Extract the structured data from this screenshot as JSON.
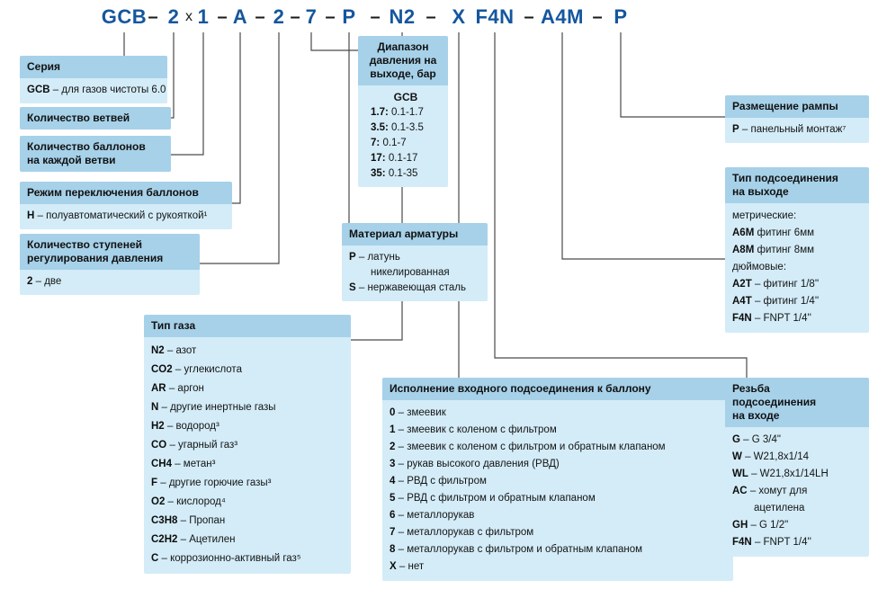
{
  "code": {
    "segments": [
      {
        "text": "GCB",
        "type": "value"
      },
      {
        "text": "–",
        "type": "dash"
      },
      {
        "text": "2",
        "type": "value"
      },
      {
        "text": "x",
        "type": "mult"
      },
      {
        "text": "1",
        "type": "value"
      },
      {
        "text": "–",
        "type": "dash"
      },
      {
        "text": "A",
        "type": "value"
      },
      {
        "text": "–",
        "type": "dash"
      },
      {
        "text": "2",
        "type": "value"
      },
      {
        "text": "–",
        "type": "dash"
      },
      {
        "text": "7",
        "type": "value"
      },
      {
        "text": "–",
        "type": "dash"
      },
      {
        "text": "P",
        "type": "value"
      },
      {
        "text": "–",
        "type": "dash"
      },
      {
        "text": "N2",
        "type": "value"
      },
      {
        "text": "–",
        "type": "dash"
      },
      {
        "text": "X",
        "type": "value"
      },
      {
        "text": "F4N",
        "type": "value"
      },
      {
        "text": "–",
        "type": "dash"
      },
      {
        "text": "A4M",
        "type": "value"
      },
      {
        "text": "–",
        "type": "dash"
      },
      {
        "text": "P",
        "type": "value"
      }
    ]
  },
  "boxes": {
    "seriya": {
      "title": "Серия",
      "items": [
        {
          "code": "GCB",
          "text": "– для газов чистоты 6.0"
        }
      ]
    },
    "vetvi": {
      "title": "Количество ветвей"
    },
    "ballony": {
      "title": "Количество баллонов\nна каждой ветви"
    },
    "rezhim": {
      "title": "Режим переключения баллонов",
      "items": [
        {
          "code": "H",
          "text": "– полуавтоматический с рукояткой¹"
        }
      ]
    },
    "stupeni": {
      "title": "Количество ступеней\nрегулирования давления",
      "items": [
        {
          "code": "2",
          "text": "– две"
        }
      ]
    },
    "gaz": {
      "title": "Тип газа",
      "items": [
        {
          "code": "N2",
          "text": "– азот"
        },
        {
          "code": "CO2",
          "text": "– углекислота"
        },
        {
          "code": "AR",
          "text": "– аргон"
        },
        {
          "code": "N",
          "text": "– другие инертные газы"
        },
        {
          "code": "H2",
          "text": "– водород³"
        },
        {
          "code": "CO",
          "text": "– угарный газ³"
        },
        {
          "code": "CH4",
          "text": "– метан³"
        },
        {
          "code": "F",
          "text": "– другие горючие газы³"
        },
        {
          "code": "O2",
          "text": "– кислород⁴"
        },
        {
          "code": "C3H8",
          "text": "– Пропан"
        },
        {
          "code": "C2H2",
          "text": "– Ацетилен"
        },
        {
          "code": "C",
          "text": "– коррозионно-активный газ⁵"
        }
      ]
    },
    "diapazon": {
      "title": "Диапазон\nдавления на\nвыходе, бар",
      "subtitle": "GCB",
      "rows": [
        {
          "code": "1.7:",
          "text": "0.1-1.7"
        },
        {
          "code": "3.5:",
          "text": "0.1-3.5"
        },
        {
          "code": "7:",
          "text": "0.1-7"
        },
        {
          "code": "17:",
          "text": "0.1-17"
        },
        {
          "code": "35:",
          "text": "0.1-35"
        }
      ]
    },
    "material": {
      "title": "Материал арматуры",
      "items": [
        {
          "code": "P",
          "text": "– латунь"
        },
        {
          "code": "",
          "text": "никелированная",
          "indent": true
        },
        {
          "code": "S",
          "text": "– нержавеющая сталь"
        }
      ]
    },
    "vhod": {
      "title": "Исполнение входного подсоединения к баллону",
      "items": [
        {
          "code": "0",
          "text": "– змеевик"
        },
        {
          "code": "1",
          "text": "– змеевик с коленом с фильтром"
        },
        {
          "code": "2",
          "text": "– змеевик с коленом с фильтром и обратным клапаном"
        },
        {
          "code": "3",
          "text": "– рукав высокого давления (РВД)"
        },
        {
          "code": "4",
          "text": "– РВД с фильтром"
        },
        {
          "code": "5",
          "text": "– РВД с фильтром и обратным клапаном"
        },
        {
          "code": "6",
          "text": "– металлорукав"
        },
        {
          "code": "7",
          "text": "– металлорукав с фильтром"
        },
        {
          "code": "8",
          "text": "– металлорукав с фильтром и обратным клапаном"
        },
        {
          "code": "X",
          "text": "– нет"
        }
      ]
    },
    "rampa": {
      "title": "Размещение рампы",
      "items": [
        {
          "code": "P",
          "text": "– панельный монтаж⁷"
        }
      ]
    },
    "vyhod": {
      "title": "Тип подсоединения\nна выходе",
      "items": [
        {
          "code": "",
          "text": "метрические:"
        },
        {
          "code": "A6M",
          "text": "фитинг 6мм"
        },
        {
          "code": "A8M",
          "text": "фитинг 8мм"
        },
        {
          "code": "",
          "text": "дюймовые:"
        },
        {
          "code": "A2T",
          "text": "– фитинг 1/8''"
        },
        {
          "code": "A4T",
          "text": "– фитинг 1/4''"
        },
        {
          "code": "F4N",
          "text": "– FNPT 1/4''"
        }
      ]
    },
    "rezba": {
      "title": "Резьба\nподсоединения\nна входе",
      "items": [
        {
          "code": "G",
          "text": "– G 3/4\""
        },
        {
          "code": "W",
          "text": "– W21,8x1/14"
        },
        {
          "code": "WL",
          "text": "– W21,8x1/14LH"
        },
        {
          "code": "AC",
          "text": "– хомут для"
        },
        {
          "code": "",
          "text": "ацетилена",
          "indent": true
        },
        {
          "code": "GH",
          "text": "– G 1/2\""
        },
        {
          "code": "F4N",
          "text": "– FNPT 1/4''"
        }
      ]
    }
  }
}
